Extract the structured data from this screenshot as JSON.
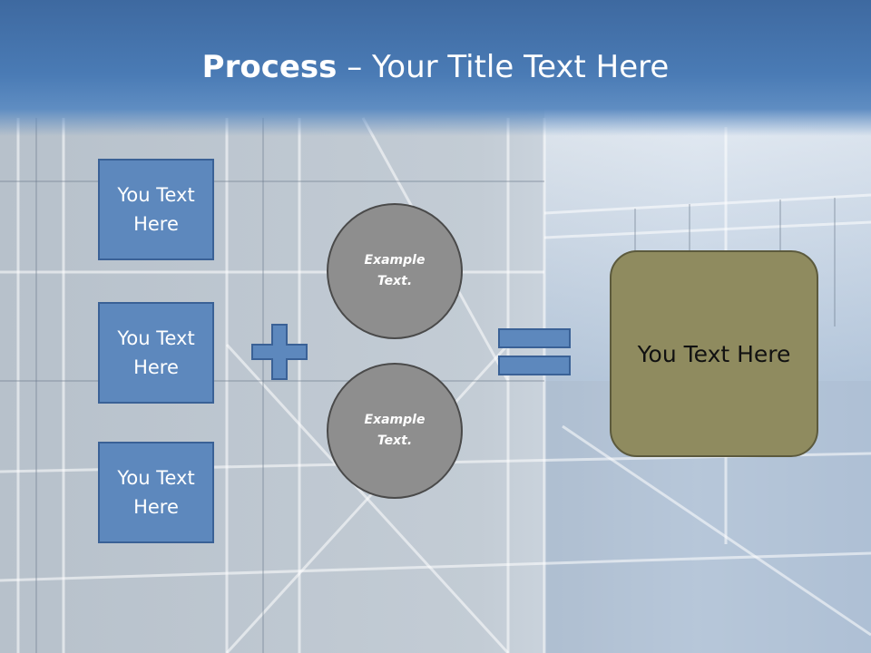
{
  "slide": {
    "title_bold": "Process",
    "title_sep": " – ",
    "title_rest": "Your Title Text Here",
    "left_boxes": [
      {
        "label": "You Text Here"
      },
      {
        "label": "You Text Here"
      },
      {
        "label": "You Text Here"
      }
    ],
    "circles": [
      {
        "label": "Example Text."
      },
      {
        "label": "Example Text."
      }
    ],
    "result": {
      "label": "You Text Here"
    }
  },
  "colors": {
    "title_band": "#4a7bb5",
    "box_fill": "#5d88bd",
    "circle_fill": "#8e8e8e",
    "result_fill": "#8f8b5f"
  },
  "icons": [
    "plus-icon",
    "equals-icon"
  ]
}
